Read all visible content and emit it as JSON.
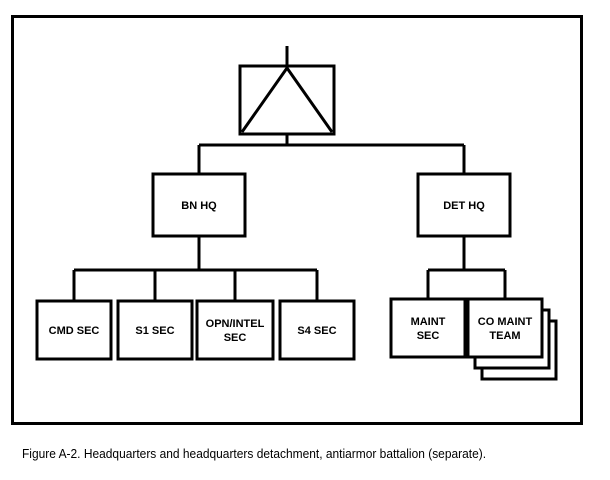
{
  "chart_data": {
    "type": "org-chart",
    "root": {
      "symbol": "antiarmor-triangle-icon",
      "children": [
        {
          "id": "bn-hq",
          "label": [
            "BN HQ"
          ],
          "children": [
            {
              "id": "cmd-sec",
              "label": [
                "CMD SEC"
              ]
            },
            {
              "id": "s1-sec",
              "label": [
                "S1 SEC"
              ]
            },
            {
              "id": "opn-intel-sec",
              "label": [
                "OPN/INTEL",
                "SEC"
              ]
            },
            {
              "id": "s4-sec",
              "label": [
                "S4 SEC"
              ]
            }
          ]
        },
        {
          "id": "det-hq",
          "label": [
            "DET HQ"
          ],
          "children": [
            {
              "id": "maint-sec",
              "label": [
                "MAINT",
                "SEC"
              ]
            },
            {
              "id": "co-maint-team",
              "label": [
                "CO MAINT",
                "TEAM"
              ],
              "stacked_copies": 3
            }
          ]
        }
      ]
    }
  },
  "caption": "Figure A-2.  Headquarters and headquarters detachment, antiarmor battalion (separate)."
}
